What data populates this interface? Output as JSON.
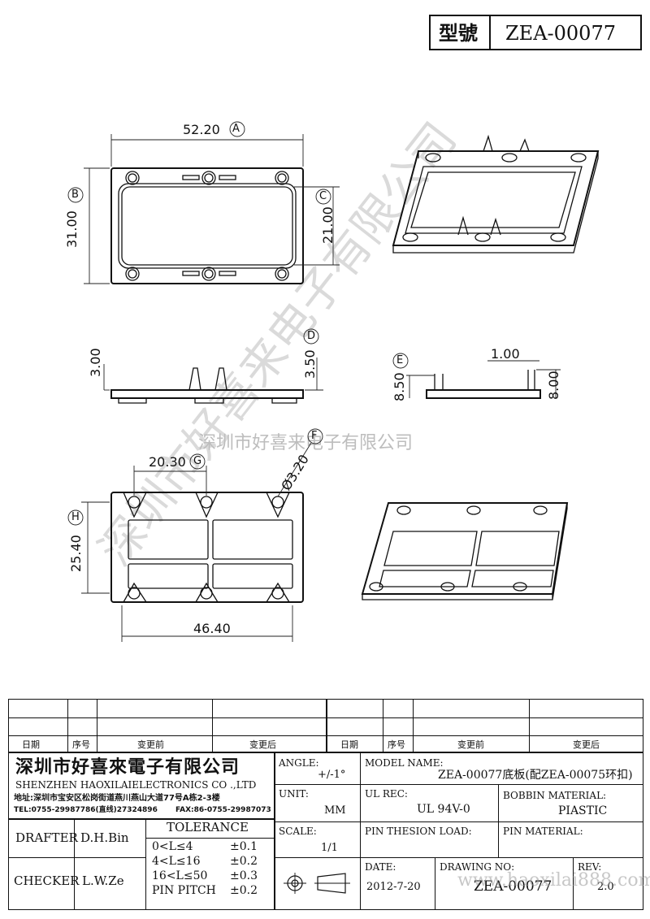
{
  "title_block": {
    "model_label": "型號",
    "model_value": "ZEA-00077"
  },
  "watermark": {
    "diagonal": "深圳市好喜来电子有限公司",
    "horizontal": "深圳市好喜来电子有限公司",
    "site": "www.haoxilai888.com"
  },
  "dimensions": {
    "a": "52.20",
    "a_tag": "A",
    "b": "31.00",
    "b_tag": "B",
    "c": "21.00",
    "c_tag": "C",
    "d_left": "3.00",
    "d": "3.50",
    "d_tag": "D",
    "e_top": "1.00",
    "e": "8.50",
    "e_tag": "E",
    "e_right": "8.00",
    "g": "20.30",
    "g_tag": "G",
    "f": "Ø3.20",
    "f_tag": "F",
    "h": "25.40",
    "h_tag": "H",
    "bottom": "46.40"
  },
  "revision_table": {
    "headers": [
      "日期",
      "序号",
      "变更前",
      "变更后",
      "日期",
      "序号",
      "变更前",
      "变更后"
    ]
  },
  "company": {
    "name_cn": "深圳市好喜來電子有限公司",
    "name_en": "SHENZHEN HAOXILAIELECTRONICS CO .,LTD",
    "address": "地址:深圳市宝安区松岗街道燕川燕山大道77号A栋2-3楼",
    "tel": "TEL:0755-29987786(直线)27324896",
    "fax": "FAX:86-0755-29987073"
  },
  "fields": {
    "angle_label": "ANGLE:",
    "angle_value": "+/-1°",
    "model_name_label": "MODEL NAME:",
    "model_name_value": "ZEA-00077底板(配ZEA-00075环扣)",
    "unit_label": "UNIT:",
    "unit_value": "MM",
    "ul_rec_label": "UL REC:",
    "ul_rec_value": "UL 94V-0",
    "bobbin_material_label": "BOBBIN MATERIAL:",
    "bobbin_material_value": "PIASTIC",
    "scale_label": "SCALE:",
    "scale_value": "1/1",
    "pin_tension_label": "PIN THESION LOAD:",
    "pin_material_label": "PIN MATERIAL:",
    "date_label": "DATE:",
    "date_value": "2012-7-20",
    "drawing_no_label": "DRAWING NO:",
    "drawing_no_value": "ZEA-00077",
    "rev_label": "REV:",
    "rev_value": "2.0"
  },
  "people": {
    "drafter_label": "DRAFTER",
    "drafter_value": "D.H.Bin",
    "checker_label": "CHECKER",
    "checker_value": "L.W.Ze"
  },
  "tolerance": {
    "title": "TOLERANCE",
    "rows": [
      {
        "range": "0<L≤4",
        "value": "±0.1"
      },
      {
        "range": "4<L≤16",
        "value": "±0.2"
      },
      {
        "range": "16<L≤50",
        "value": "±0.3"
      },
      {
        "range": "PIN PITCH",
        "value": "±0.2"
      }
    ]
  }
}
